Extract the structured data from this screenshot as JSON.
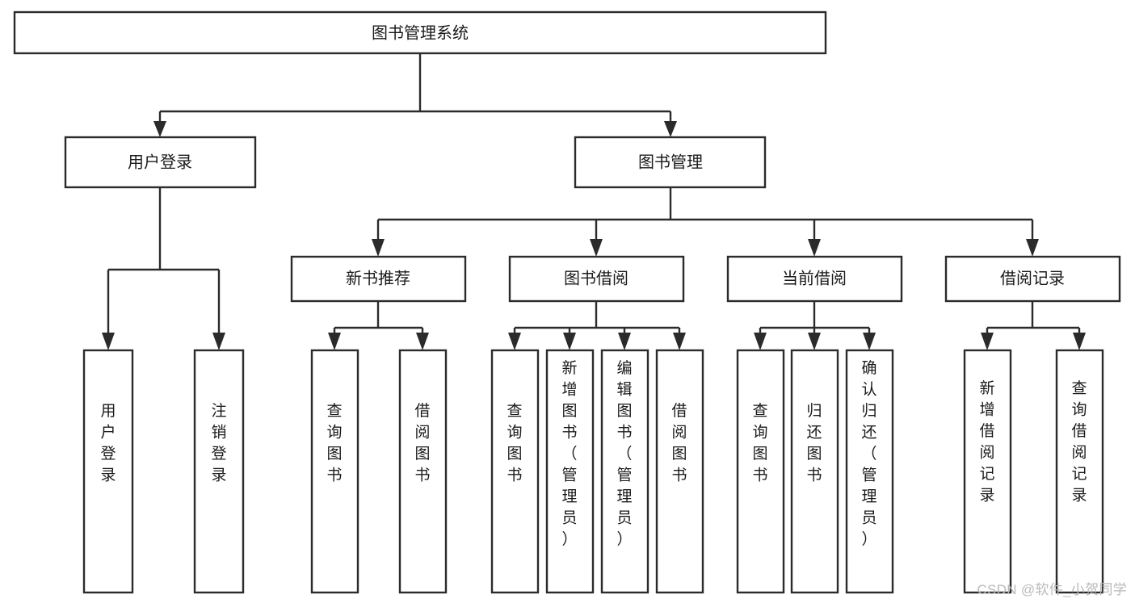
{
  "diagram": {
    "type": "tree-hierarchy-diagram",
    "title": "图书管理系统",
    "orientation": "top-down",
    "colors": {
      "box_stroke": "#2b2b2b",
      "box_fill": "#ffffff",
      "connector": "#2b2b2b",
      "text": "#1a1a1a",
      "background": "#ffffff",
      "watermark": "#b9b9b9"
    },
    "levels": [
      {
        "level": 1,
        "nodes": [
          {
            "id": "root",
            "label": "图书管理系统",
            "orientation": "horizontal"
          }
        ]
      },
      {
        "level": 2,
        "nodes": [
          {
            "id": "user-login",
            "label": "用户登录",
            "orientation": "horizontal"
          },
          {
            "id": "book-manage",
            "label": "图书管理",
            "orientation": "horizontal"
          }
        ]
      },
      {
        "level": 3,
        "nodes": [
          {
            "id": "new-book-recommend",
            "label": "新书推荐",
            "orientation": "horizontal"
          },
          {
            "id": "book-borrow",
            "label": "图书借阅",
            "orientation": "horizontal"
          },
          {
            "id": "current-borrow",
            "label": "当前借阅",
            "orientation": "horizontal"
          },
          {
            "id": "borrow-record",
            "label": "借阅记录",
            "orientation": "horizontal"
          }
        ]
      },
      {
        "level": 4,
        "nodes": [
          {
            "id": "leaf-user-login",
            "label": "用户登录",
            "orientation": "vertical",
            "parent": "user-login"
          },
          {
            "id": "leaf-user-logout",
            "label": "注销登录",
            "orientation": "vertical",
            "parent": "user-login"
          },
          {
            "id": "leaf-query-book-1",
            "label": "查询图书",
            "orientation": "vertical",
            "parent": "new-book-recommend"
          },
          {
            "id": "leaf-borrow-book-1",
            "label": "借阅图书",
            "orientation": "vertical",
            "parent": "new-book-recommend"
          },
          {
            "id": "leaf-query-book-2",
            "label": "查询图书",
            "orientation": "vertical",
            "parent": "book-borrow"
          },
          {
            "id": "leaf-add-book",
            "label": "新增图书（管理员）",
            "orientation": "vertical",
            "parent": "book-borrow"
          },
          {
            "id": "leaf-edit-book",
            "label": "编辑图书（管理员）",
            "orientation": "vertical",
            "parent": "book-borrow"
          },
          {
            "id": "leaf-borrow-book-2",
            "label": "借阅图书",
            "orientation": "vertical",
            "parent": "book-borrow"
          },
          {
            "id": "leaf-query-book-3",
            "label": "查询图书",
            "orientation": "vertical",
            "parent": "current-borrow"
          },
          {
            "id": "leaf-return-book",
            "label": "归还图书",
            "orientation": "vertical",
            "parent": "current-borrow"
          },
          {
            "id": "leaf-confirm-return",
            "label": "确认归还（管理员）",
            "orientation": "vertical",
            "parent": "current-borrow"
          },
          {
            "id": "leaf-add-record",
            "label": "新增借阅记录",
            "orientation": "vertical",
            "parent": "borrow-record"
          },
          {
            "id": "leaf-query-record",
            "label": "查询借阅记录",
            "orientation": "vertical",
            "parent": "borrow-record"
          }
        ]
      }
    ]
  },
  "watermark": {
    "text": "CSDN @软件_小贺同学"
  }
}
